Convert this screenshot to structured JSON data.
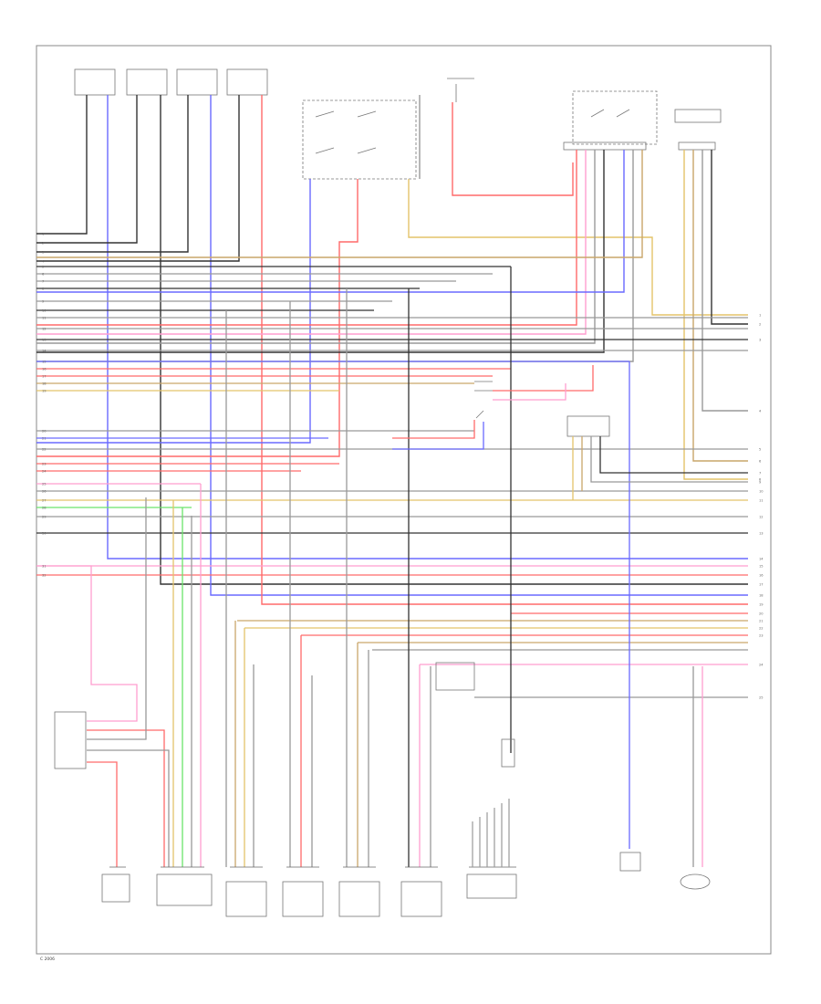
{
  "footer_text": "C  2006",
  "colors": {
    "frame": "#888888",
    "wire_black": "#333333",
    "wire_gray": "#999999",
    "wire_blue": "#6a6aff",
    "wire_red": "#ff6a6a",
    "wire_pink": "#ff9ecf",
    "wire_yellow": "#e3c36a",
    "wire_green": "#6ae36a",
    "wire_tan": "#c9a66a"
  },
  "top_components": [
    {
      "id": "tc1"
    },
    {
      "id": "tc2"
    },
    {
      "id": "tc3"
    },
    {
      "id": "tc4"
    }
  ],
  "bottom_components": [
    {
      "id": "b1"
    },
    {
      "id": "b2"
    },
    {
      "id": "b3"
    },
    {
      "id": "b4"
    },
    {
      "id": "b5"
    },
    {
      "id": "b6"
    },
    {
      "id": "b7"
    },
    {
      "id": "b8"
    },
    {
      "id": "b9"
    }
  ],
  "left_pins": [
    "1",
    "2",
    "3",
    "4",
    "5",
    "6",
    "7",
    "8",
    "9",
    "10",
    "11",
    "12",
    "13",
    "14",
    "15",
    "16",
    "17",
    "18",
    "19",
    "20",
    "21",
    "22",
    "23",
    "24",
    "25",
    "26",
    "27",
    "28",
    "29",
    "30",
    "31",
    "32"
  ],
  "right_pins": [
    "1",
    "2",
    "3",
    "4",
    "5",
    "6",
    "7",
    "8",
    "9",
    "10",
    "11",
    "12",
    "13",
    "14",
    "15",
    "16",
    "17",
    "18",
    "19",
    "20",
    "21",
    "22",
    "23",
    "24",
    "25"
  ]
}
